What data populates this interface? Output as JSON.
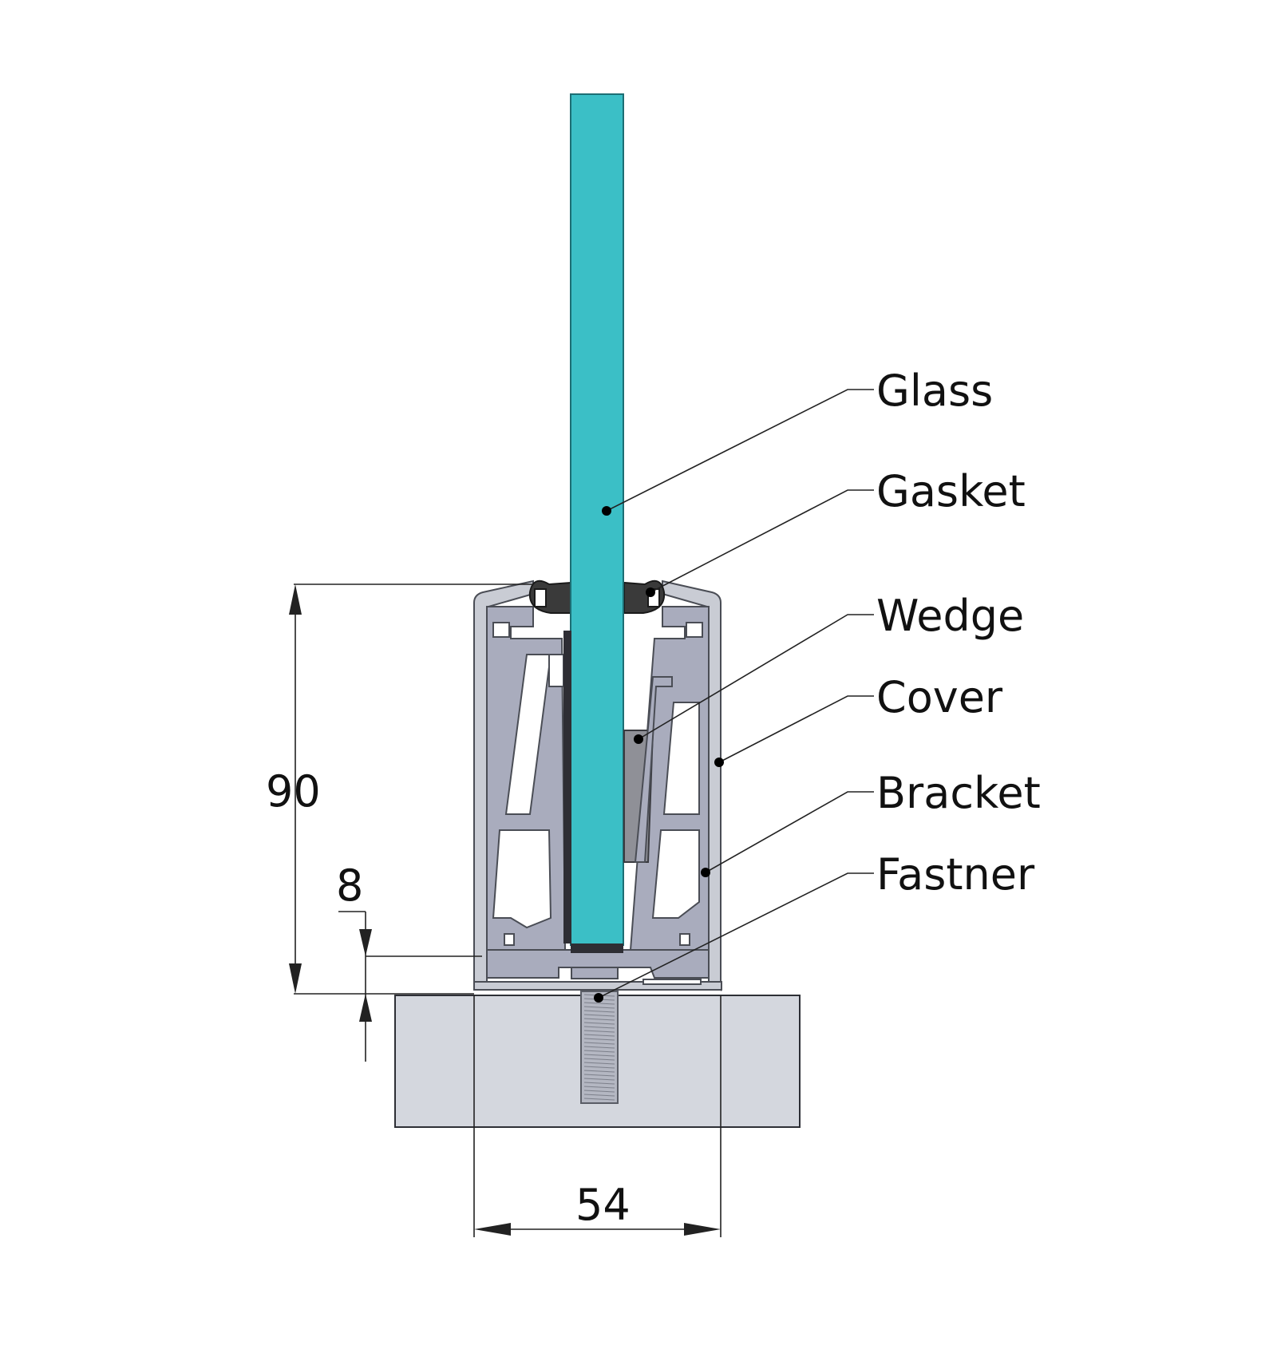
{
  "labels": {
    "glass": "Glass",
    "gasket": "Gasket",
    "wedge": "Wedge",
    "cover": "Cover",
    "bracket": "Bracket",
    "fastner": "Fastner"
  },
  "dimensions": {
    "height": "90",
    "bottom_gap": "8",
    "width": "54"
  },
  "colors": {
    "glass": "#3bbfc6",
    "profile": "#c9ccd4",
    "bracket": "#a9acbd",
    "base": "#d4d7de",
    "wedge": "#8f9097",
    "gasket": "#3a3a3a"
  }
}
